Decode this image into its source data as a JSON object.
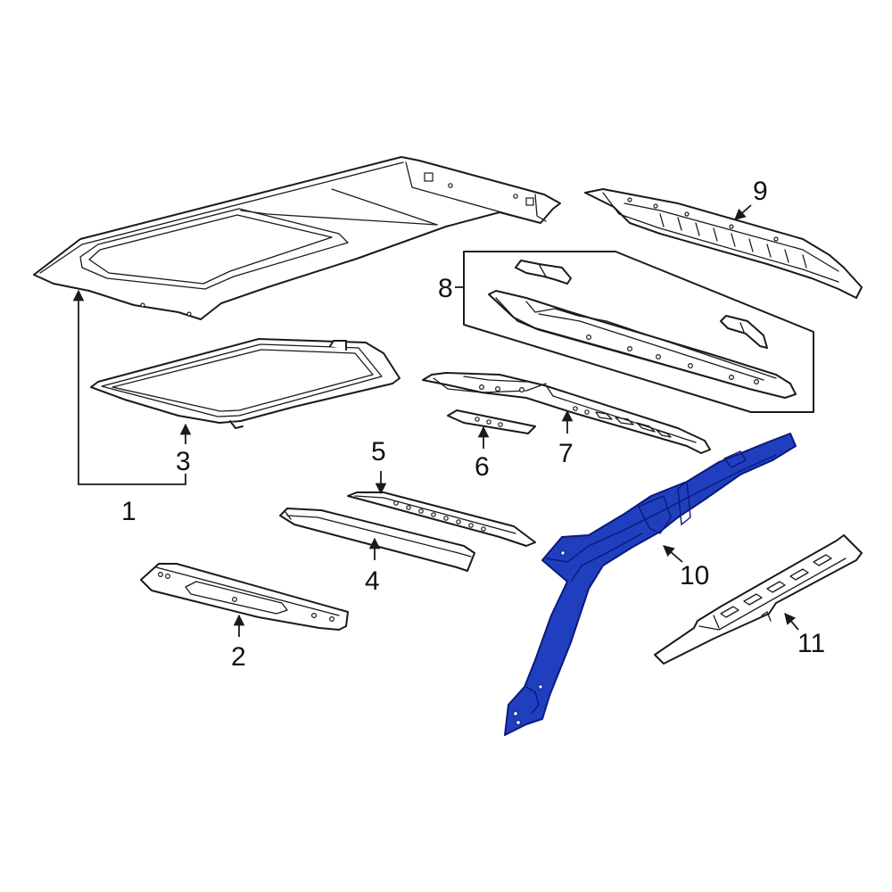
{
  "colors": {
    "line": "#1a1a1a",
    "paper": "#ffffff",
    "highlight_fill": "#1f3fbf",
    "highlight_stroke": "#0b1a7a"
  },
  "callouts": {
    "c1": "1",
    "c2": "2",
    "c3": "3",
    "c4": "4",
    "c5": "5",
    "c6": "6",
    "c7": "7",
    "c8": "8",
    "c9": "9",
    "c10": "10",
    "c11": "11"
  },
  "highlighted_part": "10"
}
